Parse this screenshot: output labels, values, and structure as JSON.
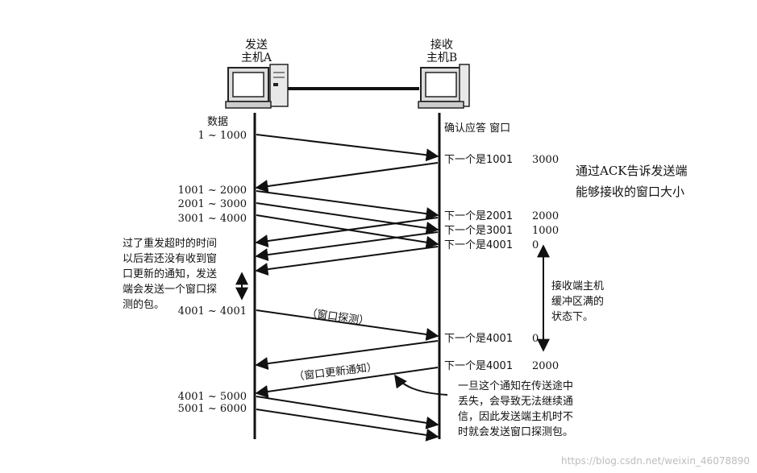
{
  "hosts": {
    "a_line1": "发送",
    "a_line2": "主机A",
    "b_line1": "接收",
    "b_line2": "主机B"
  },
  "left_labels": {
    "data_title": "数据",
    "r1": "1 ~ 1000",
    "r2": "1001 ~ 2000",
    "r3": "2001 ~ 3000",
    "r4": "3001 ~ 4000",
    "r5": "4001 ~ 4001",
    "r6": "4001 ~ 5000",
    "r7": "5001 ~ 6000"
  },
  "left_note": [
    "过了重发超时的时间",
    "以后若还没有收到窗",
    "口更新的通知，发送",
    "端会发送一个窗口探",
    "测的包。"
  ],
  "right_header": "确认应答 窗口",
  "acks": [
    {
      "label": "下一个是1001",
      "window": "3000"
    },
    {
      "label": "下一个是2001",
      "window": "2000"
    },
    {
      "label": "下一个是3001",
      "window": "1000"
    },
    {
      "label": "下一个是4001",
      "window": "0"
    },
    {
      "label": "下一个是4001",
      "window": "0"
    },
    {
      "label": "下一个是4001",
      "window": "2000"
    }
  ],
  "buffer_note": [
    "接收端主机",
    "缓冲区满的",
    "状态下。"
  ],
  "probe_label": "（窗口探测）",
  "update_label": "（窗口更新通知）",
  "loss_note": [
    "一旦这个通知在传送途中",
    "丢失，会导致无法继续通",
    "信，因此发送端主机时不",
    "时就会发送窗口探测包。"
  ],
  "side_note": [
    "通过ACK告诉发送端",
    "能够接收的窗口大小"
  ],
  "watermark": "https://blog.csdn.net/weixin_46078890"
}
